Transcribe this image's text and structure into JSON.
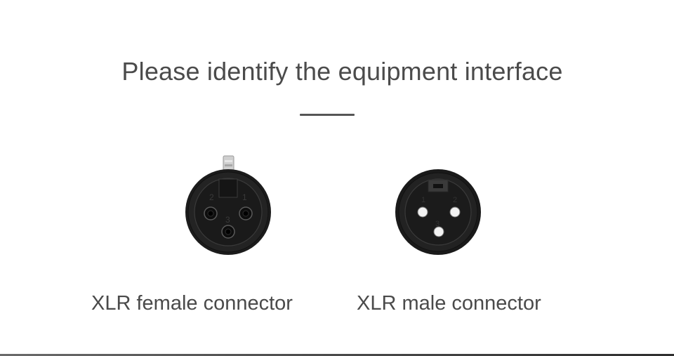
{
  "header": {
    "title": "Please identify the equipment interface"
  },
  "connectors": [
    {
      "label": "XLR female connector",
      "icon": "xlr-female-connector-icon",
      "pin_numbers": [
        "2",
        "1",
        "3"
      ]
    },
    {
      "label": "XLR male connector",
      "icon": "xlr-male-connector-icon",
      "pin_numbers": [
        "1",
        "2",
        "3"
      ]
    }
  ],
  "colors": {
    "text": "#4a4a4a",
    "divider": "#555555",
    "connector_body": "#1a1a1a",
    "background": "#ffffff"
  }
}
